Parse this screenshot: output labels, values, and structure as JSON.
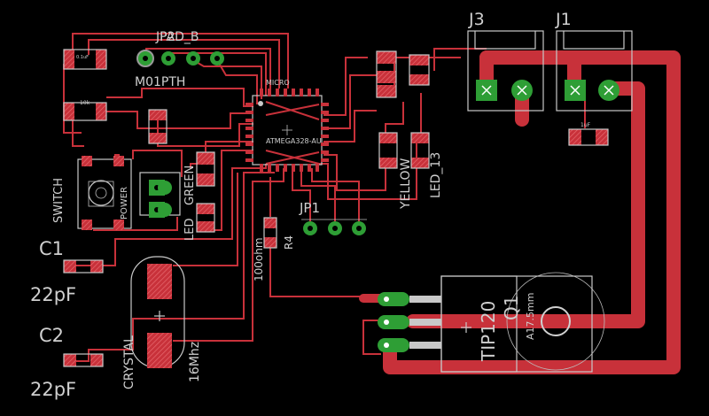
{
  "labels": {
    "j3": "J3",
    "j1": "J1",
    "jp2": "JP2",
    "pad_b": "PAD_B",
    "m01pth": "M01PTH",
    "micro": "MICRO",
    "atmega": "ATMEGA328-AU",
    "switch": "SWITCH",
    "power": "POWER",
    "green": "GREEN",
    "led": "LED",
    "yellow": "YELLOW",
    "led13": "LED_13",
    "jp1": "JP1",
    "r4": "R4",
    "ohm": "100ohm",
    "c1": "C1",
    "c1_val": "22pF",
    "c2": "C2",
    "c2_val": "22pF",
    "crystal": "CRYSTAL",
    "freq": "16Mhz",
    "tip": "TIP120",
    "q1": "Q1",
    "hole": "A17.5mm",
    "cap_small": "0.1uF",
    "cap_j1": "1uF",
    "r_small": "10k"
  },
  "colors": {
    "background": "#000000",
    "copper": "#c8313a",
    "silkscreen": "#c9c9c9",
    "pad": "#2e9e35",
    "drill_ring": "#2e9e35"
  }
}
